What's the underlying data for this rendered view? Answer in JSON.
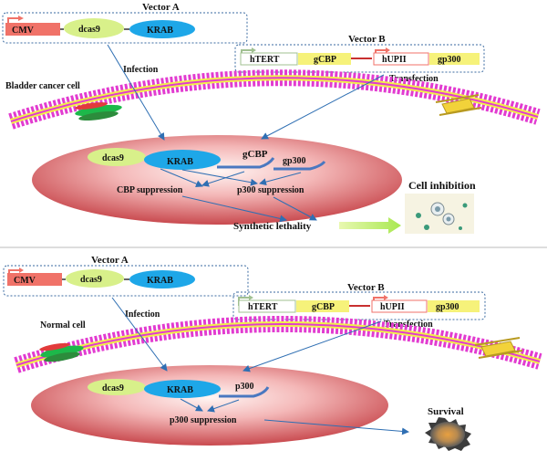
{
  "top": {
    "vector_a_title": "Vector A",
    "vector_a_parts": {
      "cmv": "CMV",
      "dcas9": "dcas9",
      "krab": "KRAB"
    },
    "vector_b_title": "Vector B",
    "vector_b_parts": {
      "htert": "hTERT",
      "gcbp": "gCBP",
      "hupii": "hUPII",
      "gp300": "gp300"
    },
    "infection": "Infection",
    "transfection": "Transfection",
    "cell_label": "Bladder cancer cell",
    "nucleus": {
      "dcas9": "dcas9",
      "krab": "KRAB",
      "gcbp": "gCBP",
      "gp300": "gp300"
    },
    "cbp_suppression": "CBP suppression",
    "p300_suppression": "p300 suppression",
    "synthetic_lethality": "Synthetic lethality",
    "outcome": "Cell inhibition"
  },
  "bottom": {
    "vector_a_title": "Vector A",
    "vector_a_parts": {
      "cmv": "CMV",
      "dcas9": "dcas9",
      "krab": "KRAB"
    },
    "vector_b_title": "Vector B",
    "vector_b_parts": {
      "htert": "hTERT",
      "gcbp": "gCBP",
      "hupii": "hUPII",
      "gp300": "gp300"
    },
    "infection": "Infection",
    "transfection": "Transfection",
    "cell_label": "Normal cell",
    "nucleus": {
      "dcas9": "dcas9",
      "krab": "KRAB",
      "p300": "p300"
    },
    "p300_suppression": "p300 suppression",
    "outcome": "Survival"
  },
  "colors": {
    "membrane_magenta": "#e23bd0",
    "membrane_yellow": "#f2ef4a",
    "dcas9_green": "#d8f08a",
    "krab_blue": "#1ea7e8",
    "cmv_red": "#f07268",
    "gene_yellow": "#f6f27a",
    "arrow_blue": "#2f6fb3",
    "lethality_arrow": "#c6f07a"
  }
}
